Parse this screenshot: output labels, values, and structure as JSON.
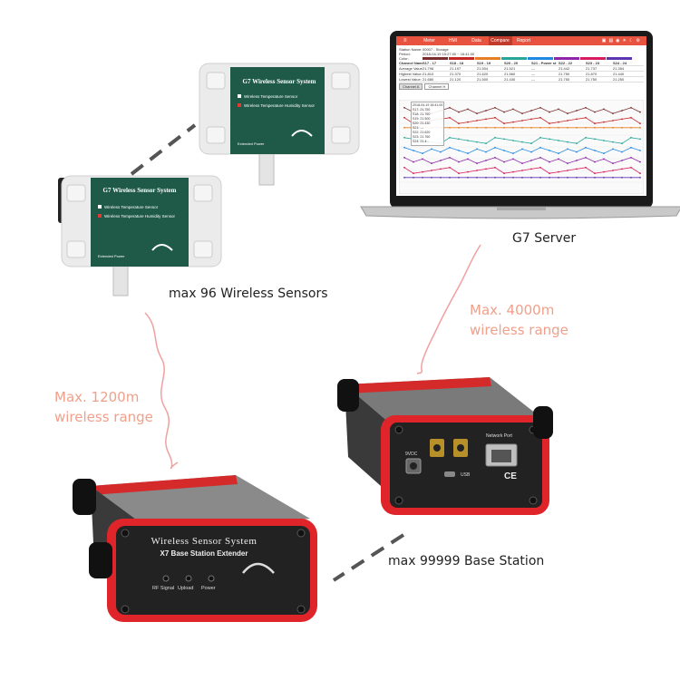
{
  "captions": {
    "sensors": "max 96 Wireless Sensors",
    "server": "G7 Server",
    "base_station": "max 99999 Base Station"
  },
  "ranges": {
    "left": [
      "Max. 1200m",
      "wireless range"
    ],
    "right": [
      "Max. 4000m",
      "wireless range"
    ]
  },
  "sensor_device": {
    "title": "G7 Wireless Sensor System",
    "legend_temp": "Wireless Temperature Sensor",
    "legend_humidity": "Wireless Temperature Humidity Sensor",
    "footer": "Extended Power"
  },
  "extender": {
    "title": "Wireless Sensor System",
    "model": "X7 Base Station Extender",
    "leds": [
      "RF Signal",
      "Upload",
      "Power"
    ]
  },
  "base_station": {
    "port_dc": "9VDC",
    "port_usb": "USB",
    "port_network": "Network Port",
    "ce": "CE"
  },
  "laptop_app": {
    "tabs": [
      "Meter",
      "HMI",
      "Data",
      "Compare",
      "Report"
    ],
    "active_tab": "Compare",
    "info_rows": [
      [
        "Station Name:",
        "00007 - Storage"
      ],
      [
        "Period:",
        "2018-04-19 15:27:00 ~ 16:41:00"
      ],
      [
        "Color:",
        ""
      ]
    ],
    "table_headers": [
      "Channel Name:",
      "S17 - 17",
      "S18 - 18",
      "S19 - 19",
      "S20 - 20",
      "S21 - Power st",
      "S22 - 22",
      "S23 - 23",
      "S24 - 24"
    ],
    "table_rows": [
      [
        "Average Value:",
        "21.796",
        "21.197",
        "21.504",
        "21.521",
        "---",
        "21.442",
        "21.737",
        "21.354"
      ],
      [
        "Highest Value:",
        "21.810",
        "21.370",
        "21.620",
        "21.560",
        "---",
        "21.750",
        "21.870",
        "21.440"
      ],
      [
        "Lowest Value:",
        "21.680",
        "21.120",
        "21.500",
        "21.430",
        "---",
        "21.750",
        "21.750",
        "21.250"
      ]
    ],
    "chart_tabs": [
      "Channel A",
      "Channel H"
    ],
    "tooltip": [
      "2018-04-19 16:41:00",
      "S17: 21.750",
      "S18: 21.760",
      "S19: 21.500",
      "S20: 21.430",
      "S21: ---",
      "S22: 21.620",
      "S23: 21.760",
      "S24: 21.4..."
    ],
    "series_colors": [
      "#7a2e2e",
      "#c62828",
      "#e67e22",
      "#26a69a",
      "#1e88e5",
      "#8e24aa",
      "#d81b60",
      "#5e35b1"
    ]
  }
}
